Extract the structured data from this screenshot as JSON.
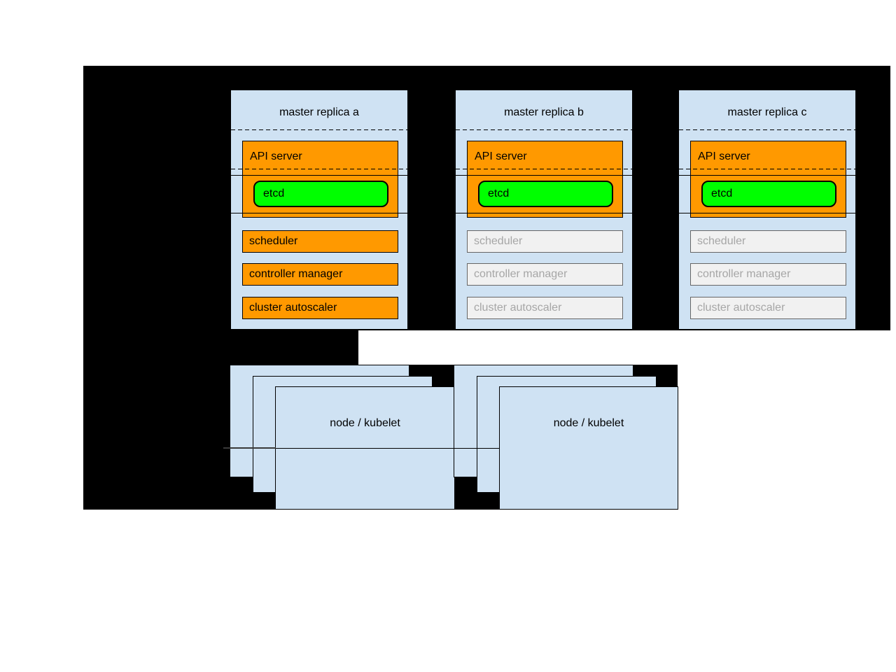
{
  "colors": {
    "background_black": "#000000",
    "panel_blue": "#cfe2f3",
    "active_orange": "#ff9900",
    "etcd_green": "#00ff00",
    "inactive_fill": "#f1f1f1",
    "inactive_border": "#666666",
    "inactive_text": "#a6a6a6",
    "line_dark": "#3a3a3a"
  },
  "replicas": [
    {
      "title": "master replica a",
      "api_server_label": "API server",
      "etcd_label": "etcd",
      "components": [
        {
          "label": "scheduler",
          "state": "active"
        },
        {
          "label": "controller manager",
          "state": "active"
        },
        {
          "label": "cluster autoscaler",
          "state": "active"
        }
      ]
    },
    {
      "title": "master replica b",
      "api_server_label": "API server",
      "etcd_label": "etcd",
      "components": [
        {
          "label": "scheduler",
          "state": "inactive"
        },
        {
          "label": "controller manager",
          "state": "inactive"
        },
        {
          "label": "cluster autoscaler",
          "state": "inactive"
        }
      ]
    },
    {
      "title": "master replica c",
      "api_server_label": "API server",
      "etcd_label": "etcd",
      "components": [
        {
          "label": "scheduler",
          "state": "inactive"
        },
        {
          "label": "controller manager",
          "state": "inactive"
        },
        {
          "label": "cluster autoscaler",
          "state": "inactive"
        }
      ]
    }
  ],
  "nodes": [
    {
      "label": "node / kubelet"
    },
    {
      "label": "node / kubelet"
    }
  ]
}
